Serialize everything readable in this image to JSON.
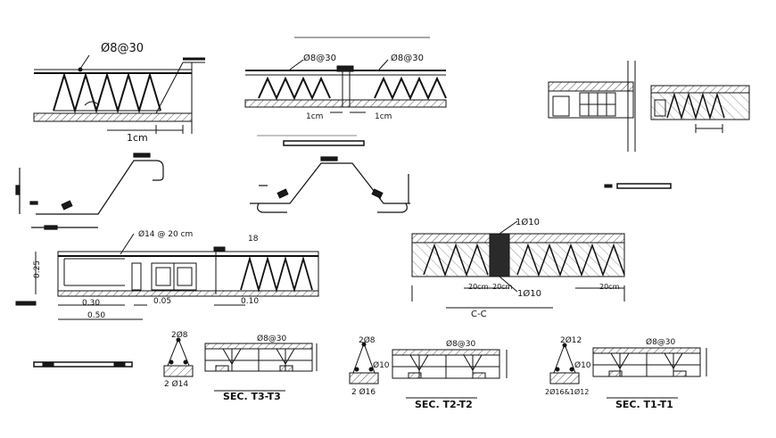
{
  "labels": {
    "top_left_rebar": "Ø8@30",
    "top_left_dim": "1cm",
    "top_mid_rebar_left": "Ø8@30",
    "top_mid_rebar_right": "Ø8@30",
    "top_mid_dim_left": "1cm",
    "top_mid_dim_right": "1cm",
    "mid_left_rebar": "Ø14 @ 20 cm",
    "mid_left_tag": "18",
    "mid_left_dim_height": "0.25",
    "mid_left_dim_a": "0.30",
    "mid_left_dim_b": "0.05",
    "mid_left_dim_c": "0.10",
    "mid_left_dim_total": "0.50",
    "cc_rebar_top": "1Ø10",
    "cc_rebar_bottom": "1Ø10",
    "cc_dim_left": "20cm",
    "cc_dim_mid": "20cm",
    "cc_dim_right": "20cm",
    "cc_title": "C-C",
    "t3_top": "2Ø8",
    "t3_bottom": "2 Ø14",
    "t3_rebar": "Ø8@30",
    "t3_title": "SEC. T3-T3",
    "t2_top": "2Ø8",
    "t2_side": "Ø10",
    "t2_bottom": "2 Ø16",
    "t2_rebar": "Ø8@30",
    "t2_title": "SEC. T2-T2",
    "t1_top": "2Ø12",
    "t1_side": "Ø10",
    "t1_bottom": "2Ø16&1Ø12",
    "t1_rebar": "Ø8@30",
    "t1_title": "SEC. T1-T1"
  },
  "colors": {
    "line": "#111111",
    "hatch": "#555555",
    "fill_dark": "#1a1a1a"
  }
}
